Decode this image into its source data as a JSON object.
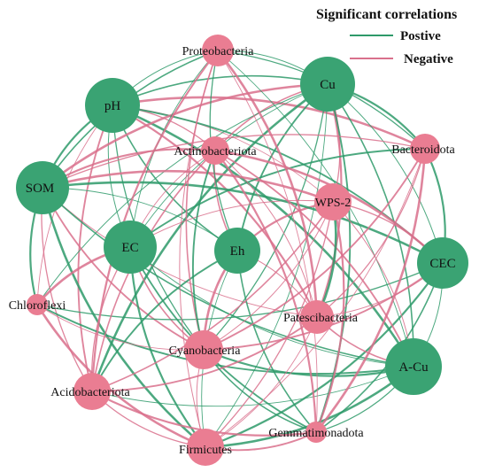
{
  "legend": {
    "title": "Significant correlations",
    "items": [
      {
        "label": "Postive",
        "color": "#2e9a6a"
      },
      {
        "label": "Negative",
        "color": "#d9708c"
      }
    ]
  },
  "colors": {
    "environmental_node": "#3aa373",
    "taxon_node": "#ea7d92",
    "positive_edge": "#2e9a6a",
    "negative_edge": "#d9708c"
  },
  "nodes": [
    {
      "id": "pH",
      "label": "pH",
      "kind": "environmental"
    },
    {
      "id": "Cu",
      "label": "Cu",
      "kind": "environmental"
    },
    {
      "id": "SOM",
      "label": "SOM",
      "kind": "environmental"
    },
    {
      "id": "EC",
      "label": "EC",
      "kind": "environmental"
    },
    {
      "id": "Eh",
      "label": "Eh",
      "kind": "environmental"
    },
    {
      "id": "CEC",
      "label": "CEC",
      "kind": "environmental"
    },
    {
      "id": "ACu",
      "label": "A-Cu",
      "kind": "environmental"
    },
    {
      "id": "Proteobacteria",
      "label": "Proteobacteria",
      "kind": "taxon"
    },
    {
      "id": "Actinobacteriota",
      "label": "Actinobacteriota",
      "kind": "taxon"
    },
    {
      "id": "Bacteroidota",
      "label": "Bacteroidota",
      "kind": "taxon"
    },
    {
      "id": "WPS2",
      "label": "WPS-2",
      "kind": "taxon"
    },
    {
      "id": "Chloroflexi",
      "label": "Chloroflexi",
      "kind": "taxon"
    },
    {
      "id": "Patescibacteria",
      "label": "Patescibacteria",
      "kind": "taxon"
    },
    {
      "id": "Cyanobacteria",
      "label": "Cyanobacteria",
      "kind": "taxon"
    },
    {
      "id": "Acidobacteriota",
      "label": "Acidobacteriota",
      "kind": "taxon"
    },
    {
      "id": "Gemmatimonadota",
      "label": "Gemmatimonadota",
      "kind": "taxon"
    },
    {
      "id": "Firmicutes",
      "label": "Firmicutes",
      "kind": "taxon"
    }
  ],
  "edges": [
    {
      "source": "pH",
      "target": "Proteobacteria",
      "sign": "positive"
    },
    {
      "source": "pH",
      "target": "Cu",
      "sign": "positive"
    },
    {
      "source": "pH",
      "target": "SOM",
      "sign": "positive"
    },
    {
      "source": "pH",
      "target": "Actinobacteriota",
      "sign": "negative"
    },
    {
      "source": "pH",
      "target": "Bacteroidota",
      "sign": "negative"
    },
    {
      "source": "pH",
      "target": "WPS2",
      "sign": "negative"
    },
    {
      "source": "pH",
      "target": "CEC",
      "sign": "positive"
    },
    {
      "source": "pH",
      "target": "EC",
      "sign": "positive"
    },
    {
      "source": "pH",
      "target": "Eh",
      "sign": "positive"
    },
    {
      "source": "pH",
      "target": "Patescibacteria",
      "sign": "negative"
    },
    {
      "source": "pH",
      "target": "Cyanobacteria",
      "sign": "positive"
    },
    {
      "source": "pH",
      "target": "ACu",
      "sign": "positive"
    },
    {
      "source": "pH",
      "target": "Chloroflexi",
      "sign": "negative"
    },
    {
      "source": "pH",
      "target": "Acidobacteriota",
      "sign": "negative"
    },
    {
      "source": "Cu",
      "target": "Proteobacteria",
      "sign": "positive"
    },
    {
      "source": "Cu",
      "target": "Actinobacteriota",
      "sign": "negative"
    },
    {
      "source": "Cu",
      "target": "Bacteroidota",
      "sign": "positive"
    },
    {
      "source": "Cu",
      "target": "WPS2",
      "sign": "negative"
    },
    {
      "source": "Cu",
      "target": "SOM",
      "sign": "negative"
    },
    {
      "source": "Cu",
      "target": "EC",
      "sign": "positive"
    },
    {
      "source": "Cu",
      "target": "Eh",
      "sign": "positive"
    },
    {
      "source": "Cu",
      "target": "CEC",
      "sign": "positive"
    },
    {
      "source": "Cu",
      "target": "ACu",
      "sign": "positive"
    },
    {
      "source": "Cu",
      "target": "Patescibacteria",
      "sign": "negative"
    },
    {
      "source": "Cu",
      "target": "Cyanobacteria",
      "sign": "positive"
    },
    {
      "source": "Cu",
      "target": "Acidobacteriota",
      "sign": "positive"
    },
    {
      "source": "Cu",
      "target": "Firmicutes",
      "sign": "positive"
    },
    {
      "source": "Cu",
      "target": "Gemmatimonadota",
      "sign": "positive"
    },
    {
      "source": "Cu",
      "target": "Chloroflexi",
      "sign": "positive"
    },
    {
      "source": "SOM",
      "target": "Proteobacteria",
      "sign": "positive"
    },
    {
      "source": "SOM",
      "target": "Actinobacteriota",
      "sign": "negative"
    },
    {
      "source": "SOM",
      "target": "Bacteroidota",
      "sign": "negative"
    },
    {
      "source": "SOM",
      "target": "WPS2",
      "sign": "negative"
    },
    {
      "source": "SOM",
      "target": "Eh",
      "sign": "positive"
    },
    {
      "source": "SOM",
      "target": "Cyanobacteria",
      "sign": "negative"
    },
    {
      "source": "SOM",
      "target": "Patescibacteria",
      "sign": "negative"
    },
    {
      "source": "SOM",
      "target": "ACu",
      "sign": "positive"
    },
    {
      "source": "SOM",
      "target": "Chloroflexi",
      "sign": "positive"
    },
    {
      "source": "SOM",
      "target": "Acidobacteriota",
      "sign": "negative"
    },
    {
      "source": "SOM",
      "target": "Firmicutes",
      "sign": "positive"
    },
    {
      "source": "EC",
      "target": "Proteobacteria",
      "sign": "positive"
    },
    {
      "source": "EC",
      "target": "Bacteroidota",
      "sign": "positive"
    },
    {
      "source": "EC",
      "target": "Actinobacteriota",
      "sign": "negative"
    },
    {
      "source": "EC",
      "target": "Cyanobacteria",
      "sign": "negative"
    },
    {
      "source": "EC",
      "target": "Firmicutes",
      "sign": "positive"
    },
    {
      "source": "EC",
      "target": "Acidobacteriota",
      "sign": "negative"
    },
    {
      "source": "EC",
      "target": "Chloroflexi",
      "sign": "negative"
    },
    {
      "source": "EC",
      "target": "ACu",
      "sign": "positive"
    },
    {
      "source": "EC",
      "target": "Gemmatimonadota",
      "sign": "positive"
    },
    {
      "source": "EC",
      "target": "WPS2",
      "sign": "negative"
    },
    {
      "source": "Eh",
      "target": "Actinobacteriota",
      "sign": "negative"
    },
    {
      "source": "Eh",
      "target": "WPS2",
      "sign": "negative"
    },
    {
      "source": "Eh",
      "target": "Proteobacteria",
      "sign": "positive"
    },
    {
      "source": "Eh",
      "target": "Cyanobacteria",
      "sign": "negative"
    },
    {
      "source": "Eh",
      "target": "Firmicutes",
      "sign": "positive"
    },
    {
      "source": "Eh",
      "target": "Acidobacteriota",
      "sign": "positive"
    },
    {
      "source": "Eh",
      "target": "Patescibacteria",
      "sign": "negative"
    },
    {
      "source": "Eh",
      "target": "Gemmatimonadota",
      "sign": "positive"
    },
    {
      "source": "CEC",
      "target": "Bacteroidota",
      "sign": "positive"
    },
    {
      "source": "CEC",
      "target": "WPS2",
      "sign": "negative"
    },
    {
      "source": "CEC",
      "target": "Actinobacteriota",
      "sign": "negative"
    },
    {
      "source": "CEC",
      "target": "Patescibacteria",
      "sign": "negative"
    },
    {
      "source": "CEC",
      "target": "Cyanobacteria",
      "sign": "negative"
    },
    {
      "source": "CEC",
      "target": "ACu",
      "sign": "positive"
    },
    {
      "source": "CEC",
      "target": "Gemmatimonadota",
      "sign": "positive"
    },
    {
      "source": "CEC",
      "target": "Firmicutes",
      "sign": "positive"
    },
    {
      "source": "CEC",
      "target": "Chloroflexi",
      "sign": "positive"
    },
    {
      "source": "CEC",
      "target": "SOM",
      "sign": "positive"
    },
    {
      "source": "ACu",
      "target": "Proteobacteria",
      "sign": "positive"
    },
    {
      "source": "ACu",
      "target": "Actinobacteriota",
      "sign": "negative"
    },
    {
      "source": "ACu",
      "target": "WPS2",
      "sign": "negative"
    },
    {
      "source": "ACu",
      "target": "Patescibacteria",
      "sign": "negative"
    },
    {
      "source": "ACu",
      "target": "Cyanobacteria",
      "sign": "positive"
    },
    {
      "source": "ACu",
      "target": "Gemmatimonadota",
      "sign": "positive"
    },
    {
      "source": "ACu",
      "target": "Firmicutes",
      "sign": "positive"
    },
    {
      "source": "ACu",
      "target": "Acidobacteriota",
      "sign": "positive"
    },
    {
      "source": "ACu",
      "target": "Chloroflexi",
      "sign": "positive"
    },
    {
      "source": "Proteobacteria",
      "target": "Firmicutes",
      "sign": "negative"
    },
    {
      "source": "Proteobacteria",
      "target": "Cyanobacteria",
      "sign": "negative"
    },
    {
      "source": "Proteobacteria",
      "target": "Acidobacteriota",
      "sign": "negative"
    },
    {
      "source": "Proteobacteria",
      "target": "Bacteroidota",
      "sign": "positive"
    },
    {
      "source": "Proteobacteria",
      "target": "Patescibacteria",
      "sign": "negative"
    },
    {
      "source": "Proteobacteria",
      "target": "Gemmatimonadota",
      "sign": "negative"
    },
    {
      "source": "Actinobacteriota",
      "target": "Cyanobacteria",
      "sign": "positive"
    },
    {
      "source": "Actinobacteriota",
      "target": "Patescibacteria",
      "sign": "negative"
    },
    {
      "source": "Actinobacteriota",
      "target": "Acidobacteriota",
      "sign": "negative"
    },
    {
      "source": "Actinobacteriota",
      "target": "Gemmatimonadota",
      "sign": "negative"
    },
    {
      "source": "Bacteroidota",
      "target": "Patescibacteria",
      "sign": "negative"
    },
    {
      "source": "Bacteroidota",
      "target": "Gemmatimonadota",
      "sign": "negative"
    },
    {
      "source": "Bacteroidota",
      "target": "Firmicutes",
      "sign": "negative"
    },
    {
      "source": "Bacteroidota",
      "target": "Cyanobacteria",
      "sign": "negative"
    },
    {
      "source": "WPS2",
      "target": "Cyanobacteria",
      "sign": "negative"
    },
    {
      "source": "WPS2",
      "target": "Acidobacteriota",
      "sign": "negative"
    },
    {
      "source": "WPS2",
      "target": "Gemmatimonadota",
      "sign": "negative"
    },
    {
      "source": "WPS2",
      "target": "Firmicutes",
      "sign": "negative"
    },
    {
      "source": "WPS2",
      "target": "Patescibacteria",
      "sign": "positive"
    },
    {
      "source": "Patescibacteria",
      "target": "Firmicutes",
      "sign": "negative"
    },
    {
      "source": "Patescibacteria",
      "target": "Acidobacteriota",
      "sign": "negative"
    },
    {
      "source": "Cyanobacteria",
      "target": "Firmicutes",
      "sign": "negative"
    },
    {
      "source": "Cyanobacteria",
      "target": "Gemmatimonadota",
      "sign": "positive"
    },
    {
      "source": "Acidobacteriota",
      "target": "Gemmatimonadota",
      "sign": "negative"
    },
    {
      "source": "Acidobacteriota",
      "target": "Firmicutes",
      "sign": "negative"
    },
    {
      "source": "Chloroflexi",
      "target": "Firmicutes",
      "sign": "negative"
    },
    {
      "source": "Chloroflexi",
      "target": "Cyanobacteria",
      "sign": "negative"
    },
    {
      "source": "Firmicutes",
      "target": "Gemmatimonadota",
      "sign": "negative"
    }
  ]
}
